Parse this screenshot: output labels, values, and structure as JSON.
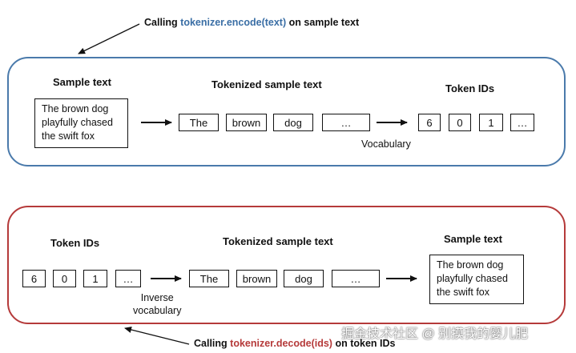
{
  "encode": {
    "caption": {
      "prefix": "Calling",
      "code": "tokenizer.encode(text)",
      "suffix": "on sample text"
    },
    "sample_heading": "Sample text",
    "sample_lines": [
      "The brown dog",
      "playfully chased",
      "the swift fox"
    ],
    "tokens_heading": "Tokenized sample text",
    "tokens": [
      "The",
      "brown",
      "dog",
      "…"
    ],
    "ids_heading": "Token IDs",
    "ids": [
      "6",
      "0",
      "1",
      "…"
    ],
    "vocab_label": "Vocabulary"
  },
  "decode": {
    "caption": {
      "prefix": "Calling",
      "code": "tokenizer.decode(ids)",
      "suffix": "on token IDs"
    },
    "ids_heading": "Token IDs",
    "ids": [
      "6",
      "0",
      "1",
      "…"
    ],
    "tokens_heading": "Tokenized sample text",
    "tokens": [
      "The",
      "brown",
      "dog",
      "…"
    ],
    "sample_heading": "Sample text",
    "sample_lines": [
      "The brown dog",
      "playfully chased",
      "the swift fox"
    ],
    "vocab_label_lines": [
      "Inverse",
      "vocabulary"
    ]
  },
  "watermark": "掘金技术社区 @ 别摸我的婴儿肥",
  "colors": {
    "encode_border": "#4a7aab",
    "decode_border": "#b53a3a",
    "code_blue": "#3a6ea5",
    "code_red": "#b53a3a"
  }
}
